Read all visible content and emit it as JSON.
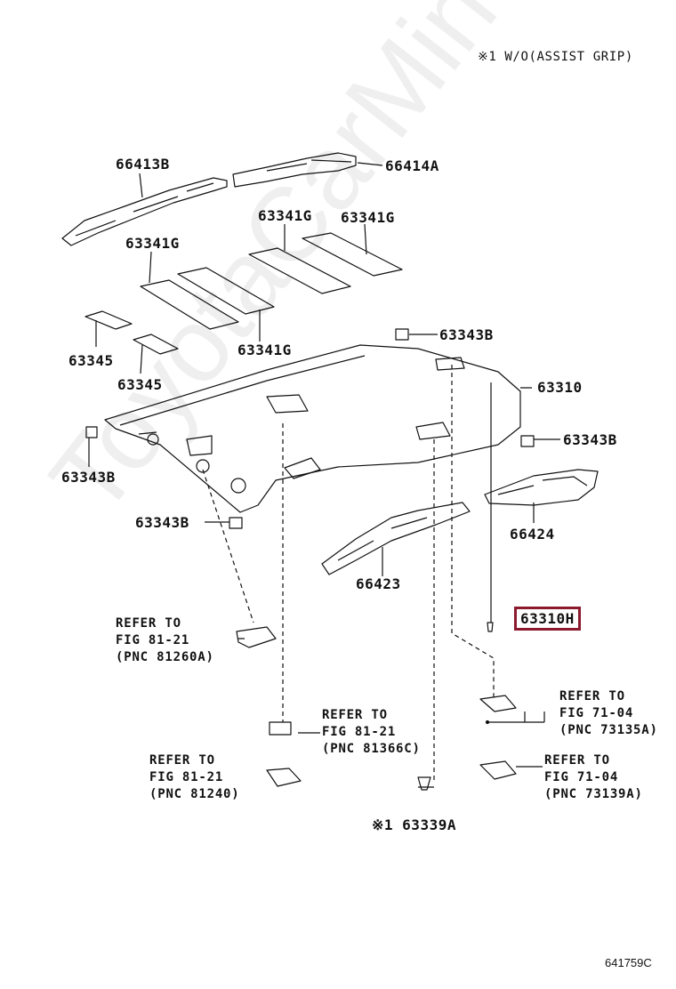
{
  "header": {
    "note": "※1  W/O(ASSIST GRIP)"
  },
  "parts": {
    "p66413B": "66413B",
    "p66414A": "66414A",
    "p63341G_a": "63341G",
    "p63341G_b": "63341G",
    "p63341G_c": "63341G",
    "p63341G_d": "63341G",
    "p63345_a": "63345",
    "p63345_b": "63345",
    "p63343B_a": "63343B",
    "p63343B_b": "63343B",
    "p63343B_c": "63343B",
    "p63343B_d": "63343B",
    "p63310": "63310",
    "p66424": "66424",
    "p66423": "66423",
    "p63310H": "63310H",
    "p63339A": "※1 63339A"
  },
  "refs": {
    "r1": {
      "line1": "REFER TO",
      "line2": "FIG 81-21",
      "line3": "(PNC 81260A)"
    },
    "r2": {
      "line1": "REFER TO",
      "line2": "FIG 81-21",
      "line3": "(PNC 81366C)"
    },
    "r3": {
      "line1": "REFER TO",
      "line2": "FIG 81-21",
      "line3": "(PNC 81240)"
    },
    "r4": {
      "line1": "REFER TO",
      "line2": "FIG 71-04",
      "line3": "(PNC 73135A)"
    },
    "r5": {
      "line1": "REFER TO",
      "line2": "FIG 71-04",
      "line3": "(PNC 73139A)"
    }
  },
  "figure_number": "641759C",
  "watermark": "ToyotaCarMine.ru",
  "colors": {
    "highlight": "#8b1a2e",
    "line": "#111111"
  }
}
